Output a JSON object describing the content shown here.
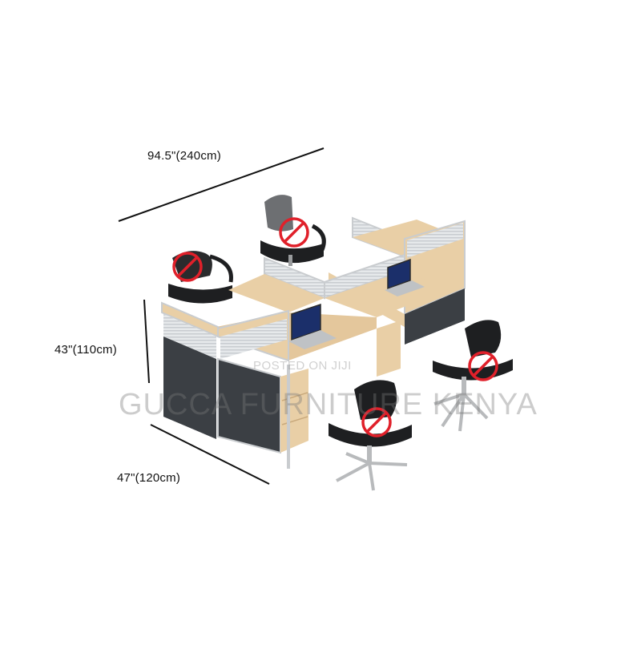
{
  "dimensions": {
    "width": "94.5\"(240cm)",
    "height": "43\"(110cm)",
    "depth": "47\"(120cm)"
  },
  "watermark": {
    "brand": "GUCCA FURNITURE KENYA",
    "posted": "POSTED ON JIJI"
  },
  "colors": {
    "wood": "#e9cfa6",
    "panel_dark": "#3b3f44",
    "frame": "#c9cccf",
    "glass": "#dfe3e6",
    "chair": "#1e1f21",
    "no_sign": "#e0202a"
  },
  "icons": [
    "no-symbol-icon"
  ]
}
